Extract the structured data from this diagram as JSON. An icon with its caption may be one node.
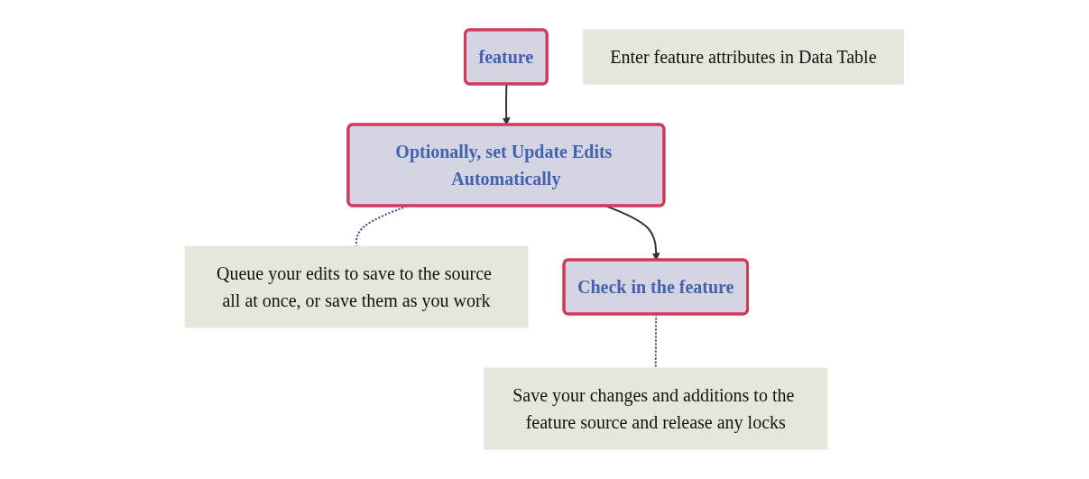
{
  "diagram": {
    "nodes": [
      {
        "text": [
          "feature"
        ]
      },
      {
        "text": [
          "Enter feature attributes in Data Table"
        ]
      },
      {
        "text": [
          "Optionally, set Update Edits Automatically"
        ]
      },
      {
        "text": [
          "Queue your edits to save to the source all at once, or save them as you work"
        ]
      },
      {
        "text": [
          "Check in the feature"
        ]
      },
      {
        "text": [
          "Save your changes and additions to the feature source and release any locks"
        ]
      }
    ],
    "edges": [
      {
        "from": 0,
        "to": 2,
        "arrow": "to"
      },
      {
        "from": 2,
        "to": 4,
        "arrow": "to"
      },
      {
        "from": 2,
        "to": 3,
        "arrow": "none",
        "style": "dashed",
        "color": "#2e4a8c"
      },
      {
        "from": 4,
        "to": 5,
        "arrow": "none",
        "style": "dashed",
        "color": "#2e4a8c"
      }
    ]
  }
}
